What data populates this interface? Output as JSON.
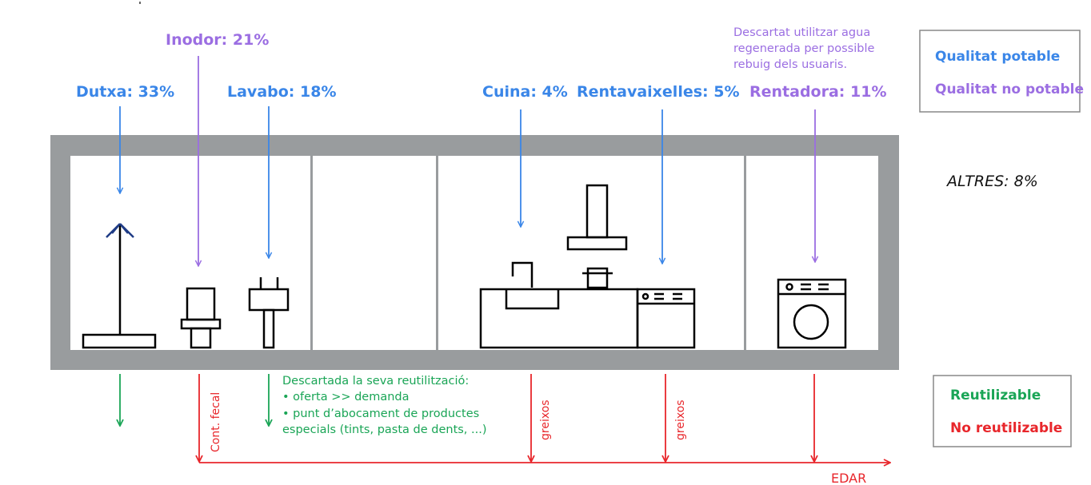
{
  "colors": {
    "potable": "#3a86e8",
    "no_potable": "#9b6ee2",
    "reusable": "#1aa556",
    "no_reusable": "#e8262b",
    "wall": "#999c9e",
    "fixture": "#000000"
  },
  "uses": {
    "dutxa": "Dutxa: 33%",
    "inodor": "Inodor: 21%",
    "lavabo": "Lavabo: 18%",
    "cuina": "Cuina: 4%",
    "rentavaixelles": "Rentavaixelles: 5%",
    "rentadora": "Rentadora: 11%"
  },
  "notes": {
    "regenerated": [
      "Descartat utilitzar agua",
      "regenerada per possible",
      "rebuig dels usuaris."
    ],
    "reuse": {
      "title": "Descartada la seva reutilització:",
      "bullets": [
        "• oferta >> demanda",
        "• punt d’abocament de productes",
        "especials (tints, pasta de dents, ...)"
      ]
    }
  },
  "legend_quality": {
    "potable": "Qualitat potable",
    "no_potable": "Qualitat no potable"
  },
  "legend_reuse": {
    "reusable": "Reutilizable",
    "no_reusable": "No reutilizable"
  },
  "altres": "ALTRES: 8%",
  "drain_labels": {
    "cont_fecal": "Cont. fecal",
    "greixos_1": "greixos",
    "greixos_2": "greixos",
    "edar": "EDAR"
  },
  "icons": [
    "shower-icon",
    "toilet-icon",
    "washbasin-icon",
    "kitchen-sink-icon",
    "extractor-hood-icon",
    "pot-icon",
    "dishwasher-icon",
    "washing-machine-icon"
  ]
}
